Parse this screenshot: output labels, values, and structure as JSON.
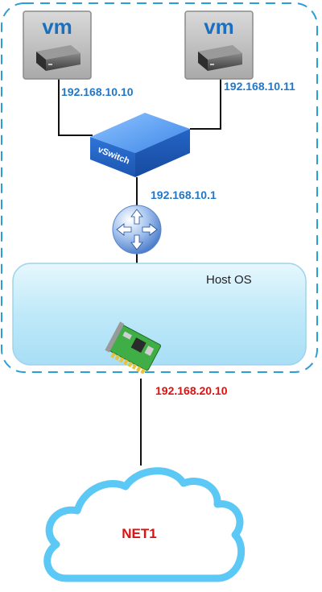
{
  "vms": [
    {
      "label": "vm",
      "ip": "192.168.10.10"
    },
    {
      "label": "vm",
      "ip": "192.168.10.11"
    }
  ],
  "vswitch": {
    "label": "vSwitch"
  },
  "router": {
    "ip": "192.168.10.1"
  },
  "host": {
    "label": "Host OS"
  },
  "nic": {
    "ip": "192.168.20.10"
  },
  "network": {
    "label": "NET1"
  },
  "colors": {
    "ip_blue": "#2277c7",
    "ip_red": "#e01010",
    "boundary": "#2a9fd6",
    "cloud": "#5bc8f5",
    "switch": "#2a6fd8"
  }
}
